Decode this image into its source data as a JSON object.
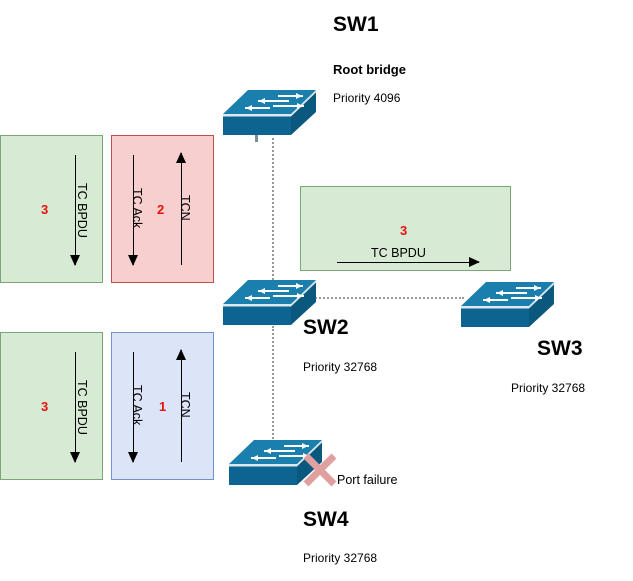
{
  "diagram": {
    "title_label": "SW1",
    "switches": [
      {
        "id": "sw1",
        "name": "SW1",
        "role": "Root bridge",
        "priority": "Priority 4096"
      },
      {
        "id": "sw2",
        "name": "SW2",
        "role": "",
        "priority": "Priority 32768"
      },
      {
        "id": "sw3",
        "name": "SW3",
        "role": "",
        "priority": "Priority 32768"
      },
      {
        "id": "sw4",
        "name": "SW4",
        "role": "",
        "priority": "Priority 32768"
      }
    ],
    "annotations": [
      {
        "id": "box-tcbpdu-upper-left",
        "step": "3",
        "color": "#d7ead4",
        "border": "#7aa777",
        "messages": [
          {
            "label": "TC  BPDU",
            "direction": "down"
          }
        ]
      },
      {
        "id": "box-tcn-tcack-upper",
        "step": "2",
        "color": "#f8cfcf",
        "border": "#c0504d",
        "messages": [
          {
            "label": "TC Ack",
            "direction": "down"
          },
          {
            "label": "TCN",
            "direction": "up"
          }
        ]
      },
      {
        "id": "box-tcbpdu-lower-left",
        "step": "3",
        "color": "#d7ead4",
        "border": "#7aa777",
        "messages": [
          {
            "label": "TC  BPDU",
            "direction": "down"
          }
        ]
      },
      {
        "id": "box-tcn-tcack-lower",
        "step": "1",
        "color": "#dbe5f7",
        "border": "#7193cb",
        "messages": [
          {
            "label": "TC Ack",
            "direction": "down"
          },
          {
            "label": "TCN",
            "direction": "up"
          }
        ]
      },
      {
        "id": "box-tcbpdu-right",
        "step": "3",
        "color": "#d7ead4",
        "border": "#7aa777",
        "messages": [
          {
            "label": "TC  BPDU",
            "direction": "right"
          }
        ]
      }
    ],
    "events": [
      {
        "id": "port-failure",
        "label": "Port failure",
        "marker": "x-cross",
        "color": "#e0a0a0"
      }
    ],
    "palette": {
      "switch_top": "#1b7fad",
      "switch_front": "#0e6490",
      "step_number": "#e8120b",
      "link": "#9a9a9a",
      "failure": "#e0a0a0"
    }
  }
}
